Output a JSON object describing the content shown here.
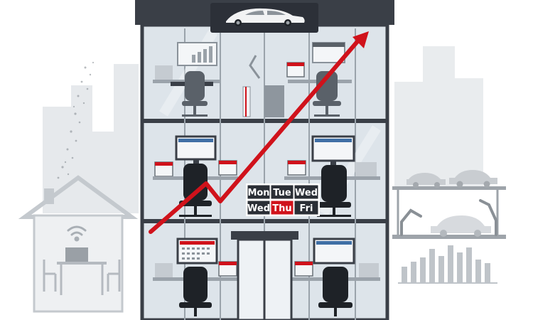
{
  "colors": {
    "building_frame": "#3a3f47",
    "glass": "#dde4ea",
    "arrow": "#d0121b",
    "sign_bg": "#2c3038",
    "day_bg": "#2b2f36",
    "day_text": "#ffffff",
    "day_highlight": "#d0121b",
    "city_bg": "#e6e9ec",
    "factory_bg": "#e9ecee"
  },
  "rooftop_sign": {
    "icon": "car-icon"
  },
  "day_board": {
    "row1": [
      "Mon",
      "Tue",
      "Wed"
    ],
    "row2": [
      "Wed",
      "Thu",
      "Fri"
    ],
    "highlighted": "Thu"
  },
  "icons": {
    "home": "house-icon",
    "wifi": "wifi-icon",
    "laptop": "laptop-icon",
    "factory": "factory-line-icon",
    "robot_arm": "robot-arm-icon",
    "chart": "bar-chart-icon",
    "calendar": "calendar-icon",
    "chair": "office-chair-icon",
    "trend": "trend-up-arrow-icon"
  }
}
